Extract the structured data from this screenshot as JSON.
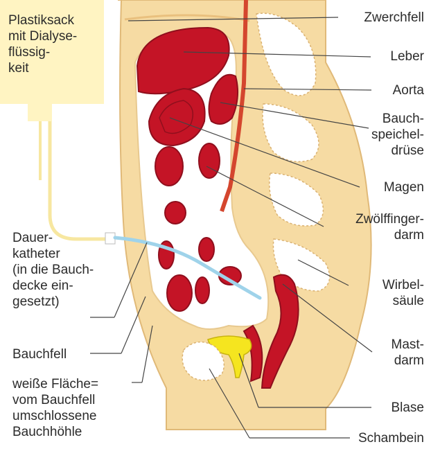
{
  "labels": {
    "plastic_bag": [
      "Plastiksack",
      "mit Dialyse-",
      "flüssig-",
      "keit"
    ],
    "catheter": [
      "Dauer-",
      "katheter",
      "(in die Bauch-",
      "decke ein-",
      "gesetzt)"
    ],
    "peritoneum": "Bauchfell",
    "white_area": [
      "weiße Fläche=",
      "vom Bauchfell",
      "umschlossene",
      "Bauchhöhle"
    ],
    "diaphragm": "Zwerchfell",
    "liver": "Leber",
    "aorta": "Aorta",
    "pancreas": [
      "Bauch-",
      "speichel-",
      "drüse"
    ],
    "stomach": "Magen",
    "duodenum": [
      "Zwölffinger-",
      "darm"
    ],
    "spine": [
      "Wirbel-",
      "säule"
    ],
    "rectum": [
      "Mast-",
      "darm"
    ],
    "bladder": "Blase",
    "pubic_bone": "Schambein"
  },
  "colors": {
    "skin": "#f6dba3",
    "skin_dark": "#e9c07e",
    "organ": "#c41426",
    "organ_dark": "#8f0f1d",
    "bladder": "#f5e51f",
    "catheter": "#9fd3ea",
    "bag": "#fff4c2",
    "leader_line": "#444444"
  }
}
